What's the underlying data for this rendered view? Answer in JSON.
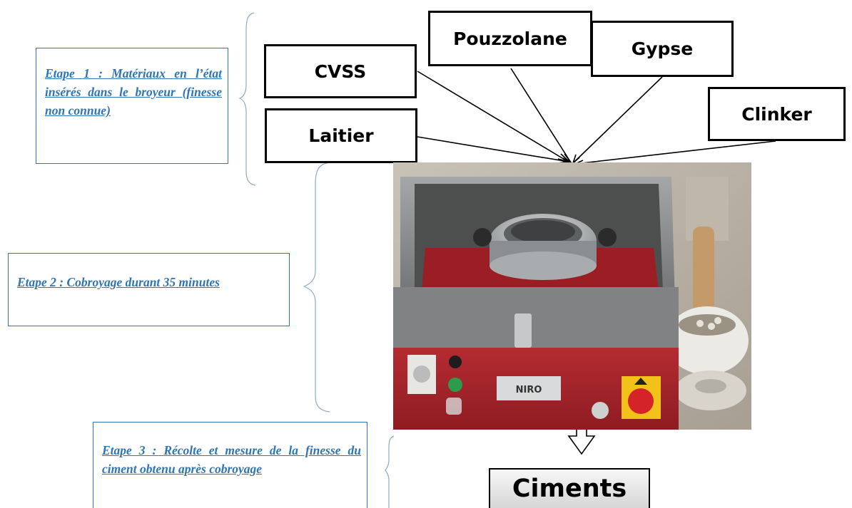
{
  "materials": {
    "cvss": "CVSS",
    "pouzzolane": "Pouzzolane",
    "gypse": "Gypse",
    "clinker": "Clinker",
    "laitier": "Laitier"
  },
  "steps": {
    "step1": "Etape 1 : Matériaux en l’état insérés dans le broyeur (finesse non connue)",
    "step2": "Etape 2 : Cobroyage durant 35 minutes",
    "step3": "Etape 3 : Récolte et mesure de la finesse du ciment obtenu après cobroyage"
  },
  "output": {
    "label": "Ciments"
  },
  "photo": {
    "plate_label": "NIRO",
    "description_icon": "grinder-machine-photo"
  },
  "colors": {
    "step_text": "#2e75b6",
    "step_border": "#2e75b6",
    "machine_red": "#b3262b",
    "machine_steel": "#8a8c8e"
  }
}
